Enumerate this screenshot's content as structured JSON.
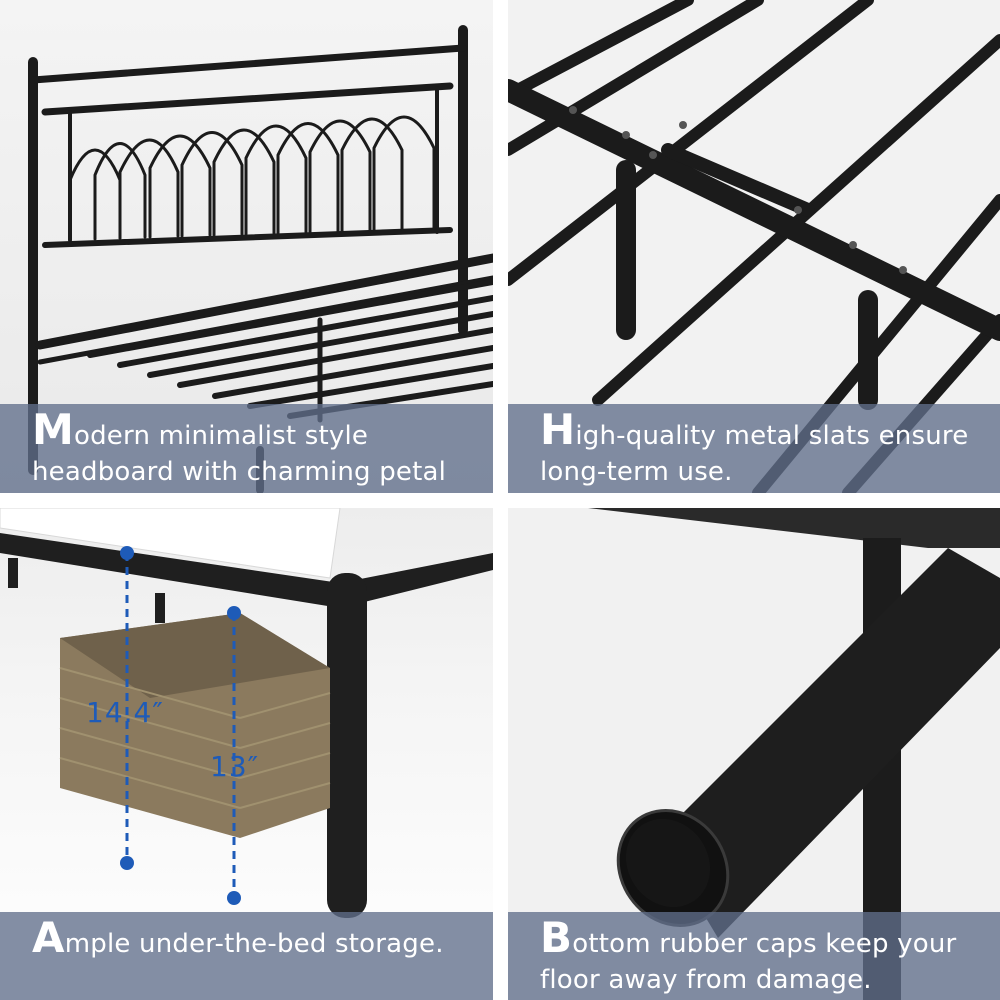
{
  "panels": [
    {
      "id": "headboard",
      "caption_initial": "M",
      "caption_rest": "odern minimalist style headboard with charming petal accents."
    },
    {
      "id": "slats",
      "caption_initial": "H",
      "caption_rest": "igh-quality metal slats ensure long-term use."
    },
    {
      "id": "storage",
      "caption_initial": "A",
      "caption_rest": "mple under-the-bed storage.",
      "dimensions": [
        "14.4″",
        "13″"
      ]
    },
    {
      "id": "caps",
      "caption_initial": "B",
      "caption_rest": "ottom rubber caps keep your floor away from damage."
    }
  ],
  "colors": {
    "frame_metal": "#1b1b1b",
    "caption_bg": "#606e8a",
    "dimension_line": "#1e5bb8",
    "basket": "#8b7a5e"
  }
}
